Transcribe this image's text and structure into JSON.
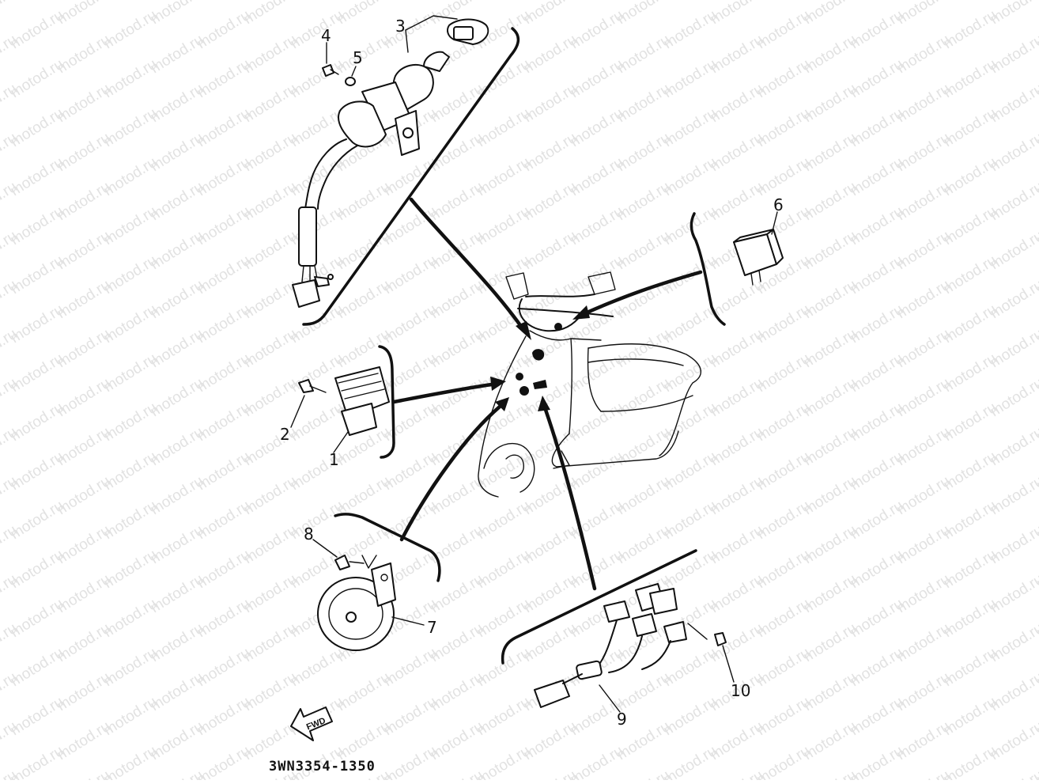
{
  "watermark": {
    "text": "motod.ru"
  },
  "diagram": {
    "drawing_code": "3WN3354-1350",
    "fwd_label": "FWD",
    "callouts": [
      "1",
      "2",
      "3",
      "4",
      "5",
      "6",
      "7",
      "8",
      "9",
      "10"
    ]
  }
}
